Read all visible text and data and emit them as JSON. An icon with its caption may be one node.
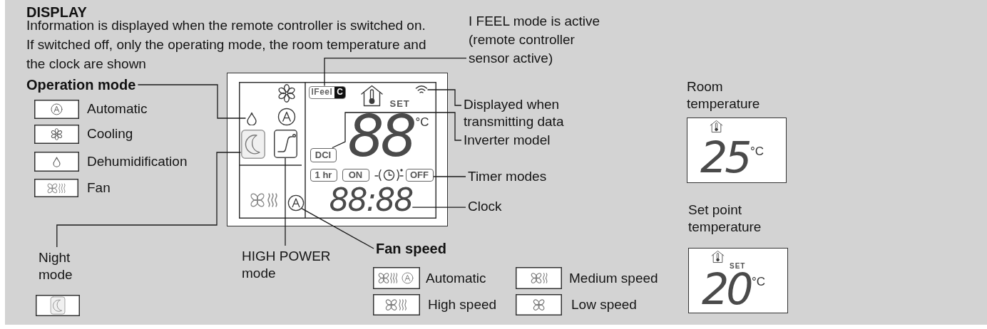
{
  "diagram": {
    "title": "DISPLAY",
    "nodes": [
      {
        "text": [
          "I FEEL mode is active (remote controller sensor active)"
        ]
      },
      {
        "text": [
          "Operation mode"
        ]
      },
      {
        "text": [],
        "shape": "box"
      },
      {
        "text": [
          "IFeel",
          "C"
        ],
        "in": 2
      },
      {
        "text": [],
        "shape": "picture",
        "in": 2
      },
      {
        "text": [],
        "shape": "picture",
        "in": 2
      },
      {
        "text": [],
        "shape": "picture",
        "in": 2
      },
      {
        "text": [],
        "shape": "picture",
        "in": 2
      },
      {
        "text": [
          "DCI"
        ],
        "in": 2
      },
      {
        "text": [
          "1 hr"
        ],
        "in": 2
      },
      {
        "text": [
          "ON"
        ],
        "in": 2
      },
      {
        "text": [
          "OFF"
        ],
        "in": 2
      },
      {
        "text": [],
        "shape": "picture",
        "in": 2
      },
      {
        "text": [
          "88:88"
        ],
        "in": 2
      },
      {
        "text": [
          "Displayed when transmitting data"
        ]
      },
      {
        "text": [
          "Inverter model"
        ]
      },
      {
        "text": [
          "Timer modes"
        ]
      },
      {
        "text": [
          "Clock"
        ]
      },
      {
        "text": [
          "Room temperature",
          "25",
          "°C"
        ]
      },
      {
        "text": [
          "Night mode"
        ]
      },
      {
        "text": [
          "HIGH POWER mode"
        ]
      },
      {
        "text": [
          "Fan speed"
        ]
      },
      {
        "text": [
          "Set point temperature",
          "SET",
          "20",
          "°C"
        ]
      }
    ],
    "edges": [
      {
        "from": 1,
        "to": 5,
        "arrow": "none"
      },
      {
        "from": 0,
        "to": 3,
        "arrow": "none"
      },
      {
        "from": 14,
        "to": 4,
        "arrow": "none"
      },
      {
        "from": 15,
        "to": 8,
        "arrow": "none"
      },
      {
        "from": 16,
        "to": 11,
        "arrow": "none"
      },
      {
        "from": 17,
        "to": 13,
        "arrow": "none"
      },
      {
        "from": 19,
        "to": 6,
        "arrow": "none"
      },
      {
        "from": 20,
        "to": 7,
        "arrow": "none"
      },
      {
        "from": 21,
        "to": 12,
        "arrow": "none"
      }
    ],
    "labels": [
      "Information is displayed when the remote controller is switched on. If switched off, only the operating mode, the room temperature and the clock are shown",
      "SET",
      "88",
      "°C"
    ],
    "legend": [
      {
        "text": "Automatic"
      },
      {
        "text": "Cooling"
      },
      {
        "text": "Dehumidification"
      },
      {
        "text": "Fan"
      },
      {
        "text": "Automatic"
      },
      {
        "text": "Medium speed"
      },
      {
        "text": "High speed"
      },
      {
        "text": "Low speed"
      }
    ]
  }
}
